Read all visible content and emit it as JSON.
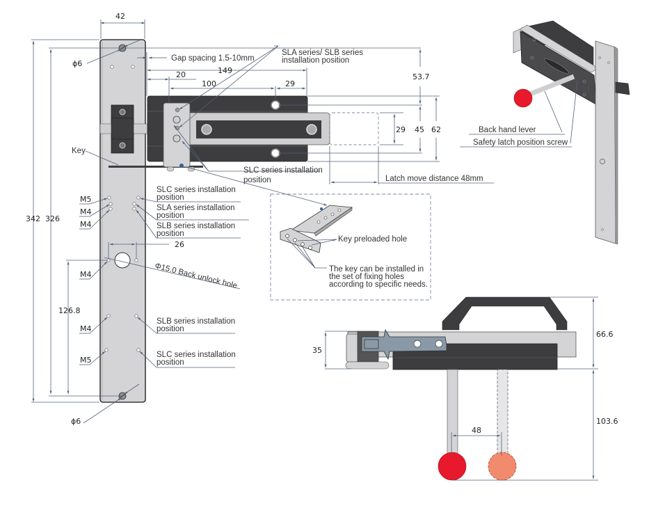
{
  "title": "Safety latch installation dimension drawing",
  "colors": {
    "plate": "#d4d4d6",
    "plate_edge": "#3a3a3a",
    "body_dark": "#3d3d3f",
    "bolt_grey": "#cfcfd1",
    "bracket_blue": "#8a99a8",
    "knob_red": "#e8192c",
    "knob_ghost": "#f28a6e",
    "dim_line": "#51607a"
  },
  "front_view": {
    "dimensions": {
      "plate_width": "42",
      "total_height": "342",
      "hole_span": "326",
      "mount_offset": "126.8",
      "latch_total_length": "149",
      "gap_to_bracket": "20",
      "bracket_to_hole": "100",
      "hole_to_end": "29",
      "top_to_hole": "53.7",
      "bolt_height": "29",
      "hole_pitch": "45",
      "body_height": "62",
      "hole_spacing": "26",
      "top_hole_dia": "ϕ6",
      "bottom_hole_dia": "ϕ6"
    },
    "labels": {
      "gap_spacing": "Gap spacing 1.5-10mm",
      "sla_slb_line1": "SLA series/ SLB series",
      "sla_slb_line2": "installation position",
      "slc_bracket_line1": "SLC series installation",
      "slc_bracket_line2": "position",
      "key": "Key",
      "latch_move": "Latch move distance 48mm",
      "back_unlock": "Φ15.0 Back unlock hole"
    },
    "hole_callouts_left": [
      "M5",
      "M4",
      "M4",
      "M4",
      "M4",
      "M5"
    ],
    "hole_callouts_right": [
      {
        "line1": "SLC series installation",
        "line2": "position"
      },
      {
        "line1": "SLA series installation",
        "line2": "position"
      },
      {
        "line1": "SLB series installation",
        "line2": "position"
      },
      {
        "line1": "SLB series installation",
        "line2": "position"
      },
      {
        "line1": "SLC series installation",
        "line2": "position"
      }
    ]
  },
  "key_detail": {
    "preloaded": "Key preloaded hole",
    "note_line1": "The key can be installed in",
    "note_line2": "the set of fixing holes",
    "note_line3": "according to specific needs."
  },
  "iso_view": {
    "back_hand_lever": "Back hand lever",
    "safety_latch_screw": "Safety latch position screw"
  },
  "side_view": {
    "dimensions": {
      "thickness": "35",
      "handle_height": "66.6",
      "lever_length": "103.6",
      "lever_travel": "48"
    }
  }
}
